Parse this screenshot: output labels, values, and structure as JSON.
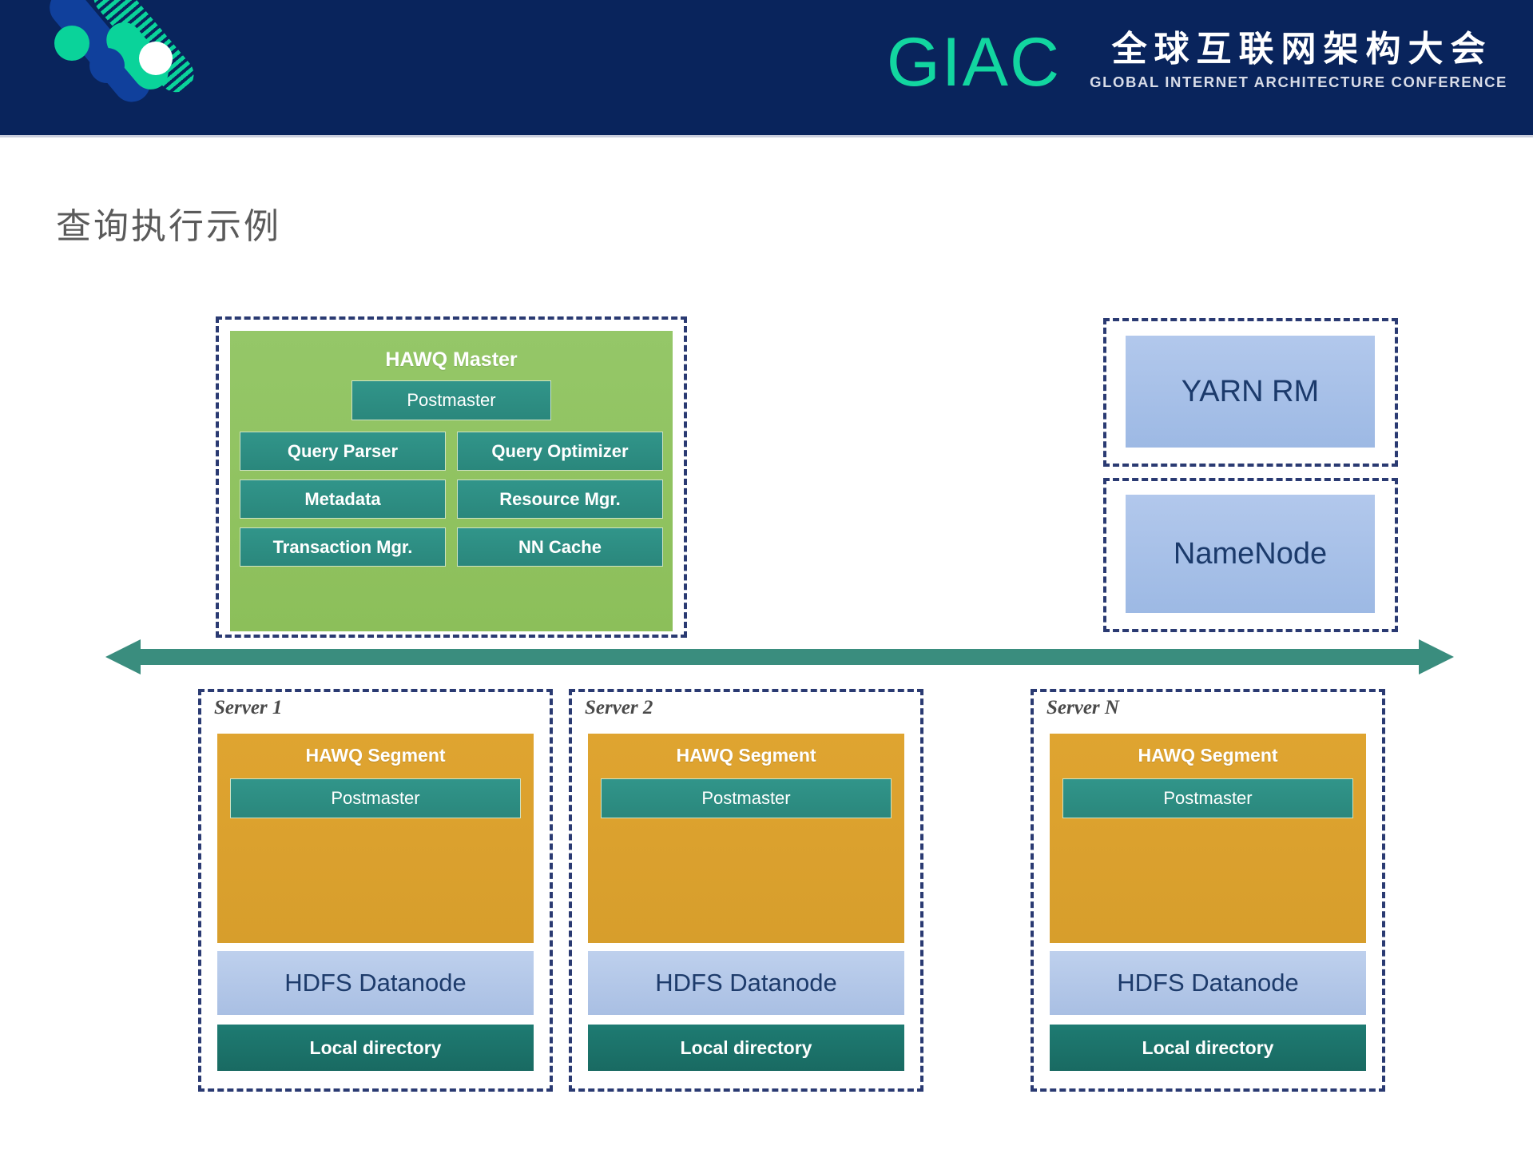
{
  "header": {
    "background_color": "#09245c",
    "logo": {
      "name": "giac-logo-mark",
      "green_color": "#0ad39a",
      "blue_color": "#10409c"
    },
    "brand_word": "GIAC",
    "brand_word_color": "#12d6a0",
    "brand_cn": "全球互联网架构大会",
    "brand_en": "GLOBAL INTERNET ARCHITECTURE CONFERENCE"
  },
  "slide": {
    "title": "查询执行示例"
  },
  "diagram": {
    "master_group": {
      "panel_title": "HAWQ Master",
      "panel_color": "#8fc25e",
      "postmaster": "Postmaster",
      "modules_left": [
        "Query Parser",
        "Metadata",
        "Transaction Mgr."
      ],
      "modules_right": [
        "Query Optimizer",
        "Resource Mgr.",
        "NN Cache"
      ],
      "chip_color": "#2d8d80"
    },
    "cluster_services": [
      {
        "label": "YARN RM",
        "color": "#a9bfe3"
      },
      {
        "label": "NameNode",
        "color": "#a9bfe3"
      }
    ],
    "bus": {
      "name": "network-bus-arrow",
      "color": "#3a8d7e",
      "direction": "bidirectional"
    },
    "servers": [
      {
        "label": "Server 1",
        "segment_title": "HAWQ Segment",
        "postmaster": "Postmaster",
        "datanode": "HDFS Datanode",
        "local_directory": "Local directory"
      },
      {
        "label": "Server 2",
        "segment_title": "HAWQ Segment",
        "postmaster": "Postmaster",
        "datanode": "HDFS Datanode",
        "local_directory": "Local directory"
      },
      {
        "label": "Server N",
        "segment_title": "HAWQ Segment",
        "postmaster": "Postmaster",
        "datanode": "HDFS Datanode",
        "local_directory": "Local directory"
      }
    ],
    "colors": {
      "dashed_border": "#2a3a72",
      "segment_orange": "#d79e2c",
      "local_directory_teal": "#196a62"
    }
  }
}
